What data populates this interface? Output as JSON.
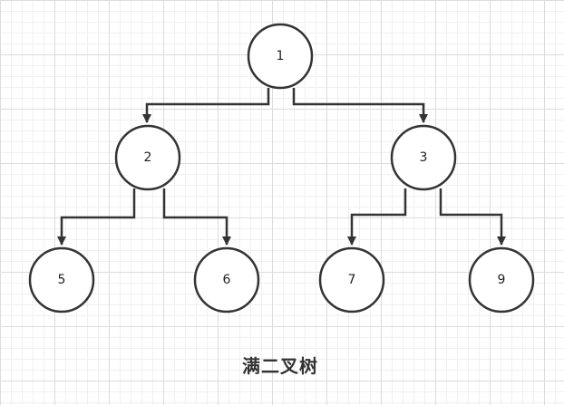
{
  "diagram": {
    "title": "满二叉树",
    "nodes": [
      {
        "id": "n1",
        "label": "1"
      },
      {
        "id": "n2",
        "label": "2"
      },
      {
        "id": "n3",
        "label": "3"
      },
      {
        "id": "n5",
        "label": "5"
      },
      {
        "id": "n6",
        "label": "6"
      },
      {
        "id": "n7",
        "label": "7"
      },
      {
        "id": "n9",
        "label": "9"
      }
    ],
    "edges": [
      {
        "from": "n1",
        "to": "n2"
      },
      {
        "from": "n1",
        "to": "n3"
      },
      {
        "from": "n2",
        "to": "n5"
      },
      {
        "from": "n2",
        "to": "n6"
      },
      {
        "from": "n3",
        "to": "n7"
      },
      {
        "from": "n3",
        "to": "n9"
      }
    ]
  }
}
